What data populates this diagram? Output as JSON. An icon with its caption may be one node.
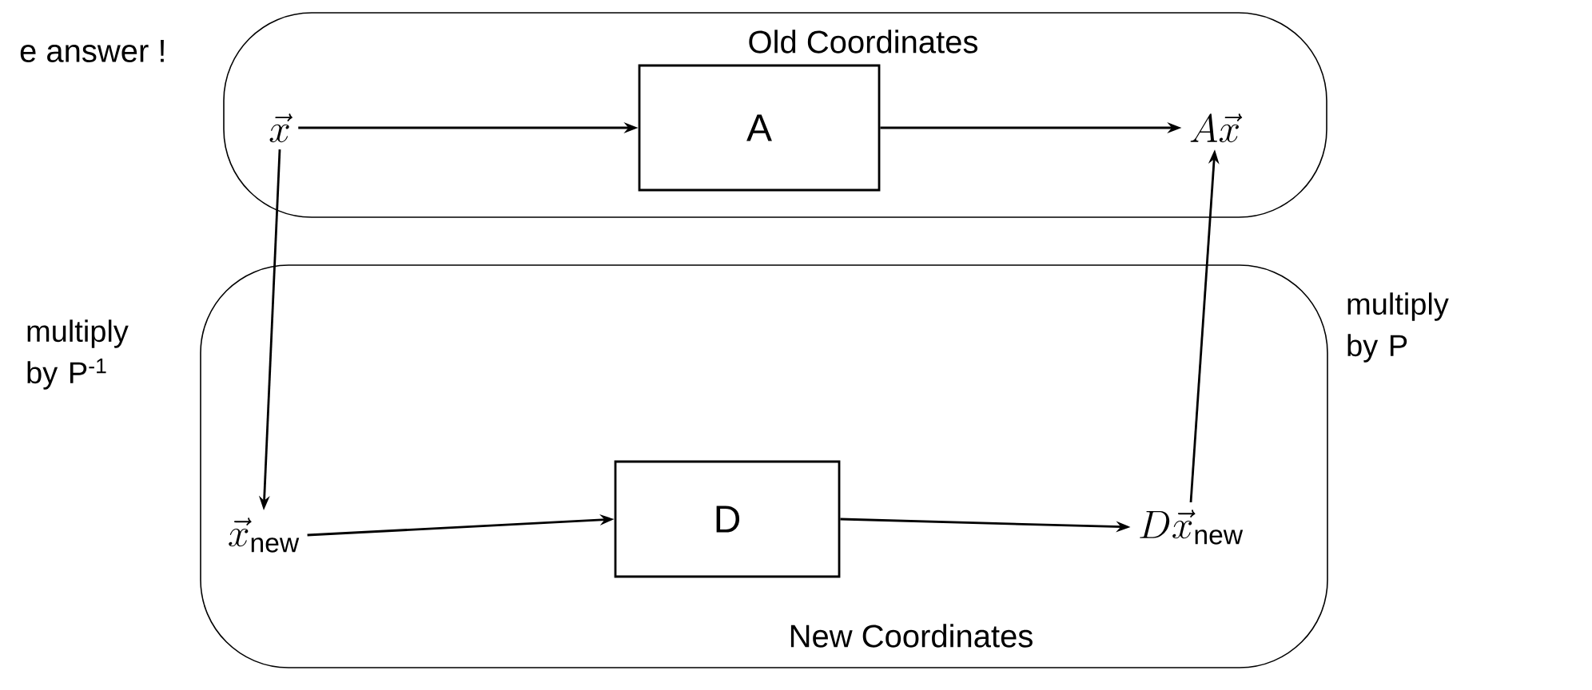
{
  "diagram": {
    "nodes": [
      {
        "text": [
          "Old Coordinates"
        ]
      },
      {
        "text": [
          "New Coordinates"
        ]
      },
      {
        "text": [
          "\\vec{x}"
        ],
        "in": 0
      },
      {
        "text": [
          "A"
        ],
        "in": 0
      },
      {
        "text": [
          "A\\vec{x}"
        ],
        "in": 0
      },
      {
        "text": [
          "\\vec{x}_{\\mathrm{new}}"
        ],
        "in": 1
      },
      {
        "text": [
          "D"
        ],
        "in": 1
      },
      {
        "text": [
          "D\\vec{x}_{\\mathrm{new}}"
        ],
        "in": 1
      }
    ],
    "edges": [
      {
        "from": 2,
        "to": 3,
        "arrow": "to"
      },
      {
        "from": 3,
        "to": 4,
        "arrow": "to"
      },
      {
        "from": 2,
        "to": 5,
        "arrow": "to",
        "label": "multiply by P$^{-1}$"
      },
      {
        "from": 5,
        "to": 6,
        "arrow": "to"
      },
      {
        "from": 6,
        "to": 7,
        "arrow": "to"
      },
      {
        "from": 7,
        "to": 4,
        "arrow": "to",
        "label": "multiply by P"
      }
    ],
    "labels": [
      "e answer !"
    ]
  }
}
